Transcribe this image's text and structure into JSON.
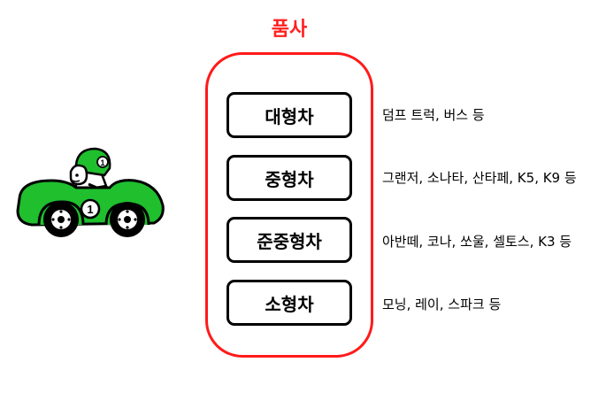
{
  "title": "품사",
  "categories": [
    {
      "label": "대형차",
      "examples": "덤프 트럭, 버스 등"
    },
    {
      "label": "중형차",
      "examples": "그랜저, 소나타, 산타페, K5, K9  등"
    },
    {
      "label": "준중형차",
      "examples": "아반떼, 코나, 쏘울, 셀토스, K3 등"
    },
    {
      "label": "소형차",
      "examples": "모닝, 레이, 스파크 등"
    }
  ],
  "illustration": {
    "icon": "race-car-icon",
    "number": "1",
    "colors": {
      "body": "#1fbf2e",
      "outline": "#000000",
      "frame": "#ff1a1a"
    }
  }
}
